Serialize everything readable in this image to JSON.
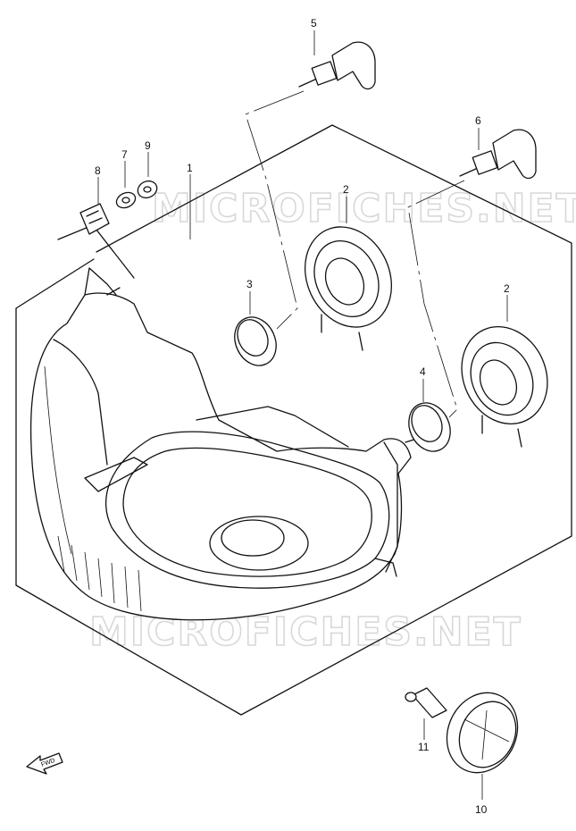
{
  "watermarks": {
    "top": "MICROFICHES.NET",
    "bottom": "MICROFICHES.NET"
  },
  "fwd_label": "FWD",
  "callouts": {
    "c1": "1",
    "c2a": "2",
    "c2b": "2",
    "c3": "3",
    "c4": "4",
    "c5": "5",
    "c6": "6",
    "c7": "7",
    "c8": "8",
    "c9": "9",
    "c10": "10",
    "c11": "11"
  }
}
